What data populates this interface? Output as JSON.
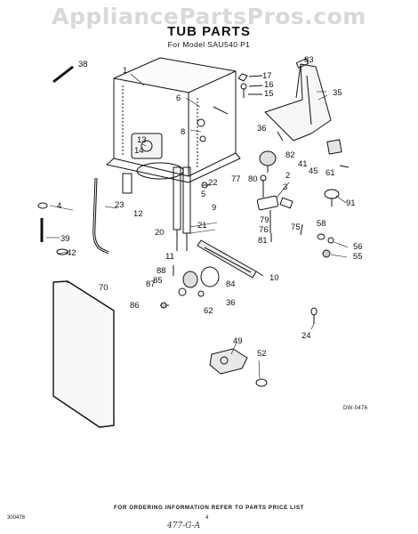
{
  "watermark": "AppliancePartsPros.com",
  "title": "TUB PARTS",
  "subtitle": "For Model SAU540 P1",
  "footer": "FOR ORDERING INFORMATION REFER TO PARTS PRICE LIST",
  "drawing_code": "DW-0476",
  "corner_code": "300478",
  "page_number": "4",
  "handwritten_note": "477-G-A",
  "callouts": [
    "1",
    "2",
    "3",
    "4",
    "5",
    "6",
    "8",
    "9",
    "10",
    "11",
    "12",
    "13",
    "14",
    "15",
    "16",
    "17",
    "20",
    "21",
    "22",
    "23",
    "24",
    "35",
    "36",
    "38",
    "39",
    "41",
    "42",
    "45",
    "49",
    "52",
    "55",
    "56",
    "58",
    "61",
    "62",
    "70",
    "75",
    "76",
    "77",
    "79",
    "80",
    "81",
    "82",
    "83",
    "84",
    "85",
    "86",
    "87",
    "88",
    "91"
  ]
}
